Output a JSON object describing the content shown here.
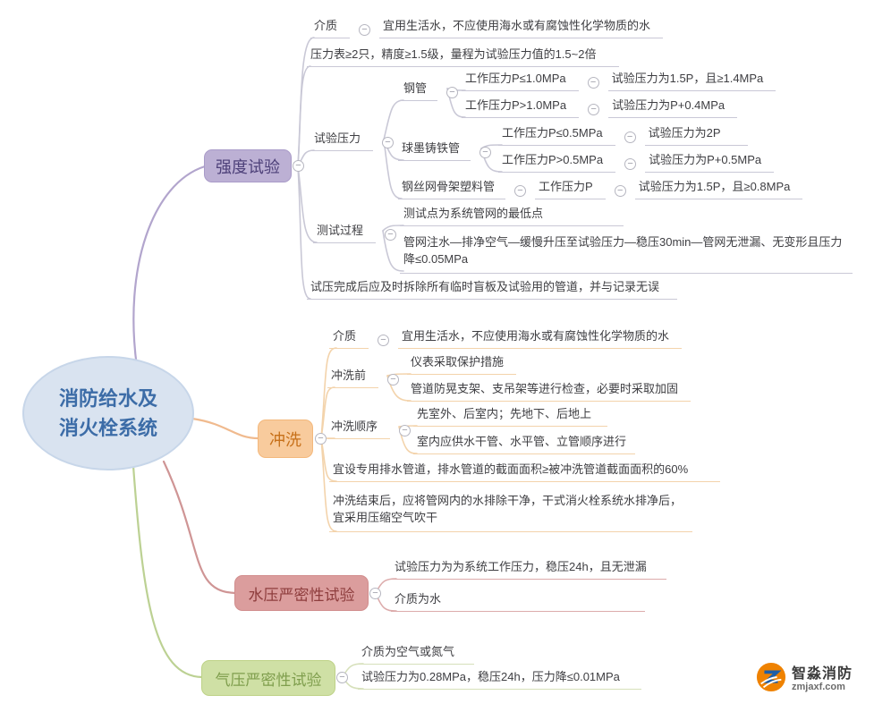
{
  "central": {
    "title_line1": "消防给水及",
    "title_line2": "消火栓系统"
  },
  "strength": {
    "label": "强度试验",
    "medium": {
      "label": "介质",
      "text": "宜用生活水，不应使用海水或有腐蚀性化学物质的水"
    },
    "gauge": "压力表≥2只，精度≥1.5级，量程为试验压力值的1.5~2倍",
    "test_pressure": {
      "label": "试验压力",
      "steel": {
        "label": "钢管",
        "low": {
          "cond": "工作压力P≤1.0MPa",
          "result": "试验压力为1.5P，且≥1.4MPa"
        },
        "high": {
          "cond": "工作压力P>1.0MPa",
          "result": "试验压力为P+0.4MPa"
        }
      },
      "ductile": {
        "label": "球墨铸铁管",
        "low": {
          "cond": "工作压力P≤0.5MPa",
          "result": "试验压力为2P"
        },
        "high": {
          "cond": "工作压力P>0.5MPa",
          "result": "试验压力为P+0.5MPa"
        }
      },
      "mesh": {
        "label": "钢丝网骨架塑料管",
        "cond": "工作压力P",
        "result": "试验压力为1.5P，且≥0.8MPa"
      }
    },
    "process": {
      "label": "测试过程",
      "point": "测试点为系统管网的最低点",
      "steps": "管网注水—排净空气—缓慢升压至试验压力—稳压30min—管网无泄漏、无变形且压力降≤0.05MPa"
    },
    "finish": "试压完成后应及时拆除所有临时盲板及试验用的管道，并与记录无误"
  },
  "flush": {
    "label": "冲洗",
    "medium": {
      "label": "介质",
      "text": "宜用生活水，不应使用海水或有腐蚀性化学物质的水"
    },
    "before": {
      "label": "冲洗前",
      "item1": "仪表采取保护措施",
      "item2": "管道防晃支架、支吊架等进行检查，必要时采取加固"
    },
    "order": {
      "label": "冲洗顺序",
      "item1": "先室外、后室内；先地下、后地上",
      "item2": "室内应供水干管、水平管、立管顺序进行"
    },
    "drain": "宜设专用排水管道，排水管道的截面面积≥被冲洗管道截面面积的60%",
    "after": "冲洗结束后，应将管网内的水排除干净，干式消火栓系统水排净后，宜采用压缩空气吹干"
  },
  "water_tight": {
    "label": "水压严密性试验",
    "pressure": "试验压力为为系统工作压力，稳压24h，且无泄漏",
    "medium": "介质为水"
  },
  "air_tight": {
    "label": "气压严密性试验",
    "medium": "介质为空气或氮气",
    "pressure": "试验压力为0.28MPa，稳压24h，压力降≤0.01MPa"
  },
  "logo": {
    "name": "智淼消防",
    "domain": "zmjaxf.com"
  },
  "ui": {
    "collapse": "−"
  },
  "colors": {
    "strength_branch": "#b2a5cd",
    "flush_branch": "#f0ba8e",
    "water_branch": "#cf9595",
    "air_branch": "#bcd193",
    "central_fill": "#d9e3f0",
    "central_text": "#3c6ca7"
  }
}
